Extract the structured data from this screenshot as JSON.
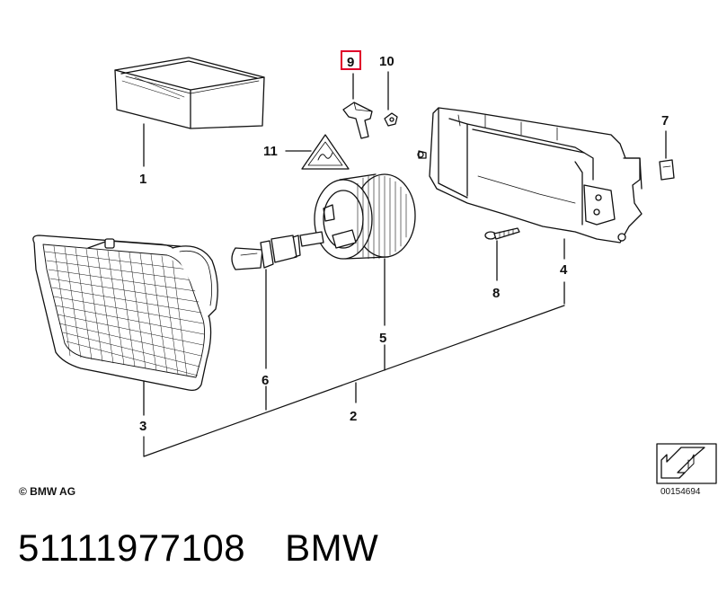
{
  "diagram": {
    "callouts": {
      "c1": "1",
      "c2": "2",
      "c3": "3",
      "c4": "4",
      "c5": "5",
      "c6": "6",
      "c7": "7",
      "c8": "8",
      "c9": "9",
      "c10": "10",
      "c11": "11"
    },
    "highlighted_callout": "9",
    "highlight_color": "#e0002a",
    "copyright": "© BMW AG",
    "drawing_number": "00154694"
  },
  "footer": {
    "part_number": "51111977108",
    "brand": "BMW"
  }
}
